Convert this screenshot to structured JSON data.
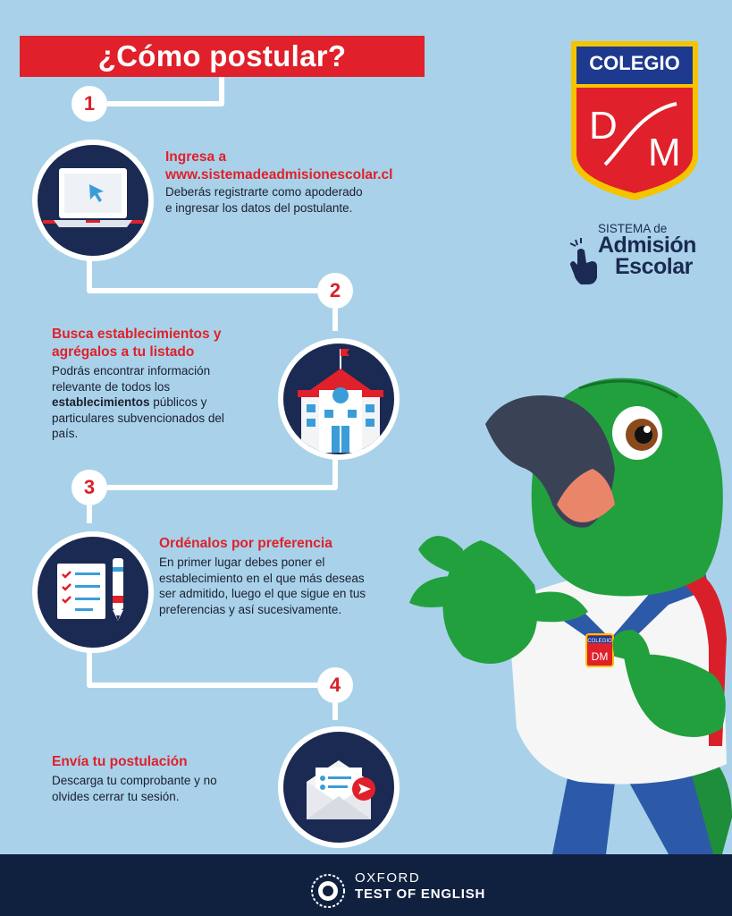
{
  "title": "¿Cómo postular?",
  "logo": {
    "top_text": "COLEGIO",
    "letter_1": "D",
    "letter_2": "M"
  },
  "sistema_logo": {
    "line1": "SISTEMA de",
    "line2": "Admisión",
    "line3": "Escolar"
  },
  "steps": [
    {
      "number": "1",
      "icon": "laptop-cursor-icon",
      "title_line1": "Ingresa a",
      "title_line2": "www.sistemadeadmisionescolar.cl",
      "body_lines": [
        "Deberás registrarte como apoderado",
        "e ingresar los datos del postulante."
      ]
    },
    {
      "number": "2",
      "icon": "school-building-icon",
      "title_line1": "Busca establecimientos y",
      "title_line2": "agrégalos a tu listado",
      "body_lines": [
        "Podrás encontrar información",
        "relevante de todos los"
      ],
      "body_bold_fragment": "establecimientos",
      "body_after_bold": " públicos y",
      "body_lines_tail": [
        "particulares subvencionados del",
        "país."
      ]
    },
    {
      "number": "3",
      "icon": "checklist-pen-icon",
      "title": "Ordénalos por preferencia",
      "body_lines": [
        "En primer lugar debes poner el",
        "establecimiento en el que más deseas",
        "ser admitido, luego el que sigue en tus",
        "preferencias y así sucesivamente."
      ]
    },
    {
      "number": "4",
      "icon": "envelope-send-icon",
      "title": "Envía tu postulación",
      "body_lines": [
        "Descarga tu comprobante y no",
        "olvides cerrar tu sesión."
      ]
    }
  ],
  "mascot_badge": {
    "top_text": "COLEGIO",
    "letters": "DM"
  },
  "footer": {
    "line1": "OXFORD",
    "line2": "TEST OF ENGLISH"
  },
  "colors": {
    "background": "#a9d2ea",
    "accent_red": "#e0202a",
    "navy": "#1b2a52",
    "footer": "#10203f"
  }
}
